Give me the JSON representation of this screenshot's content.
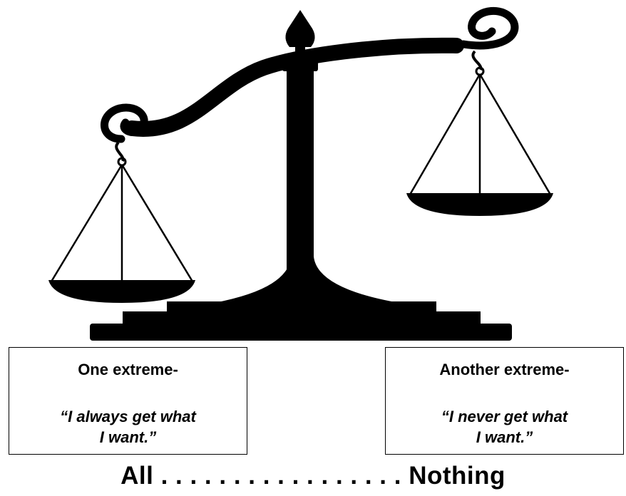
{
  "left_box": {
    "heading": "One extreme-",
    "quote_line1": "“I always get what",
    "quote_line2": "I want.”"
  },
  "right_box": {
    "heading": "Another extreme-",
    "quote_line1": "“I never get what",
    "quote_line2": "I want.”"
  },
  "spectrum": {
    "text": "All . . . . . .  . . . . . . . . . . . Nothing"
  },
  "colors": {
    "ink": "#000000",
    "background": "#ffffff"
  },
  "illustration": {
    "icon": "balance-scale-icon",
    "tilt": "left pan lower than right pan"
  }
}
